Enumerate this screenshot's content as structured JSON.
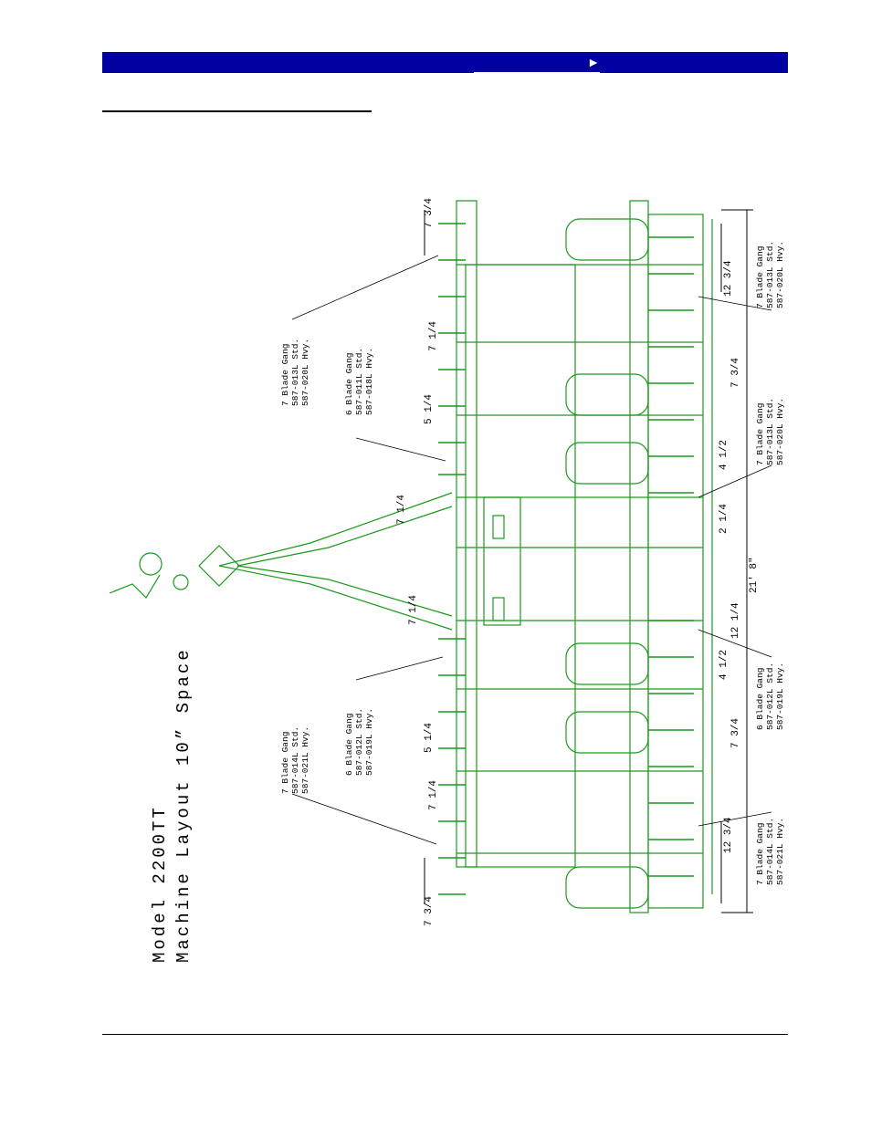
{
  "header": {
    "nav_arrow": "►"
  },
  "drawing": {
    "title_line1": "Model 2200TT",
    "title_line2": "Machine Layout 10” Space",
    "overall_width": "21' 8\"",
    "dims": {
      "top_left_1": "7 3/4",
      "top_left_2": "7 1/4",
      "top_left_3": "5 1/4",
      "top_center": "7 1/4",
      "bot_left_1": "7 1/4",
      "bot_left_2": "5 1/4",
      "bot_left_3": "7 1/4",
      "bot_left_4": "7 3/4",
      "right_top_1": "12 3/4",
      "right_top_2": "7 3/4",
      "right_top_3": "4 1/2",
      "right_mid_1": "2 1/4",
      "right_mid_2": "12 1/4",
      "right_bot_1": "4 1/2",
      "right_bot_2": "7 3/4",
      "right_bot_3": "12 3/4"
    },
    "labels": {
      "gang_tl": [
        "7 Blade Gang",
        "587-013L Std.",
        "587-020L Hvy."
      ],
      "gang_tl2": [
        "6 Blade Gang",
        "587-011L Std.",
        "587-018L Hvy."
      ],
      "gang_bl2": [
        "6 Blade Gang",
        "587-012L Std.",
        "587-019L Hvy."
      ],
      "gang_bl": [
        "7 Blade Gang",
        "587-014L Std.",
        "587-021L Hvy."
      ],
      "gang_rt": [
        "7 Blade Gang",
        "587-013L Std.",
        "587-020L Hvy."
      ],
      "gang_rt2": [
        "7 Blade Gang",
        "587-013L Std.",
        "587-020L Hvy."
      ],
      "gang_rb2": [
        "6 Blade Gang",
        "587-012L Std.",
        "587-019L Hvy."
      ],
      "gang_rb": [
        "7 Blade Gang",
        "587-014L Std.",
        "587-021L Hvy."
      ]
    }
  },
  "colors": {
    "header_bg": "#0000a0",
    "drawing": "#1a9a1a"
  }
}
